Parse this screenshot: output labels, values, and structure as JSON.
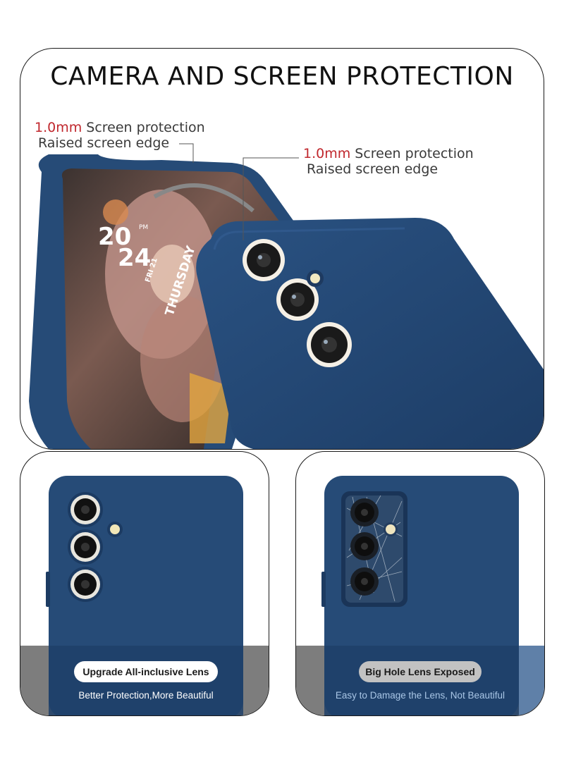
{
  "title": "CAMERA AND SCREEN PROTECTION",
  "annotation_left": {
    "highlight": "1.0mm",
    "line1": " Screen protection",
    "line2": "Raised screen edge"
  },
  "annotation_right": {
    "highlight": "1.0mm",
    "line1": " Screen protection",
    "line2": "Raised screen edge"
  },
  "lockscreen": {
    "year_top": "20",
    "year_bottom": "24",
    "pm": "PM",
    "day": "THURSDAY",
    "date": "FRI 21"
  },
  "panel_left": {
    "badge": "Upgrade All-inclusive Lens",
    "caption": "Better Protection,More Beautiful"
  },
  "panel_right": {
    "badge": "Big Hole Lens Exposed",
    "caption": "Easy to Damage the Lens, Not Beautiful"
  },
  "colors": {
    "case_blue": "#264b77",
    "case_blue_dark": "#1c3b62",
    "accent_red": "#c0272d",
    "caption_blue_light": "#a9c6e6"
  }
}
